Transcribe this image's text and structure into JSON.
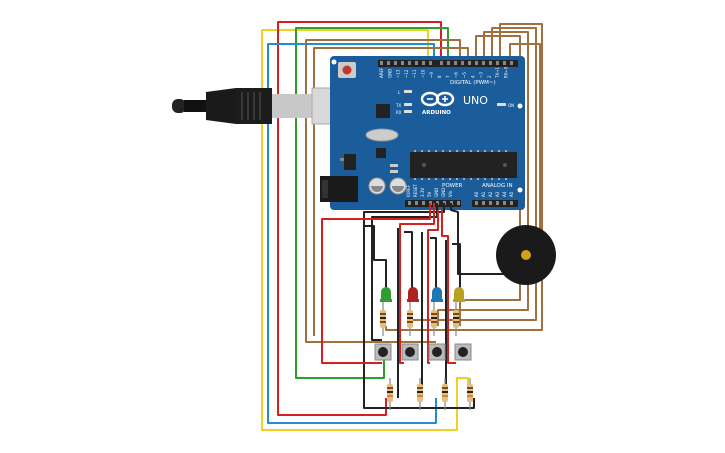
{
  "board": {
    "label_digital": "DIGITAL (PWM~)",
    "label_power": "POWER",
    "label_analog": "ANALOG IN",
    "label_brand": "ARDUINO",
    "label_model": "UNO",
    "label_on": "ON",
    "label_l": "L",
    "label_tx": "TX",
    "label_rx": "RX",
    "digital_pins": [
      "AREF",
      "GND",
      "~13",
      "~12",
      "~11",
      "~10",
      "~9",
      "8",
      "7",
      "~6",
      "~5",
      "4",
      "~3",
      "2",
      "TX→1",
      "RX←0"
    ],
    "power_pins": [
      "IOREF",
      "RESET",
      "3.3V",
      "5V",
      "GND",
      "GND",
      "Vin"
    ],
    "analog_pins": [
      "A0",
      "A1",
      "A2",
      "A3",
      "A4",
      "A5"
    ]
  },
  "components": {
    "leds": [
      {
        "name": "led-green",
        "color": "#2e9e2e"
      },
      {
        "name": "led-red",
        "color": "#b02020"
      },
      {
        "name": "led-blue",
        "color": "#1f77b4"
      },
      {
        "name": "led-yellow",
        "color": "#b8a020"
      }
    ],
    "buzzer_color": "#1a1a1a",
    "board_color": "#1a5d9a"
  },
  "wire_colors": {
    "red": "#d62020",
    "yellow": "#f0d020",
    "green": "#2ca02c",
    "blue": "#1f8fd0",
    "brown": "#a0703f",
    "black": "#222222"
  }
}
